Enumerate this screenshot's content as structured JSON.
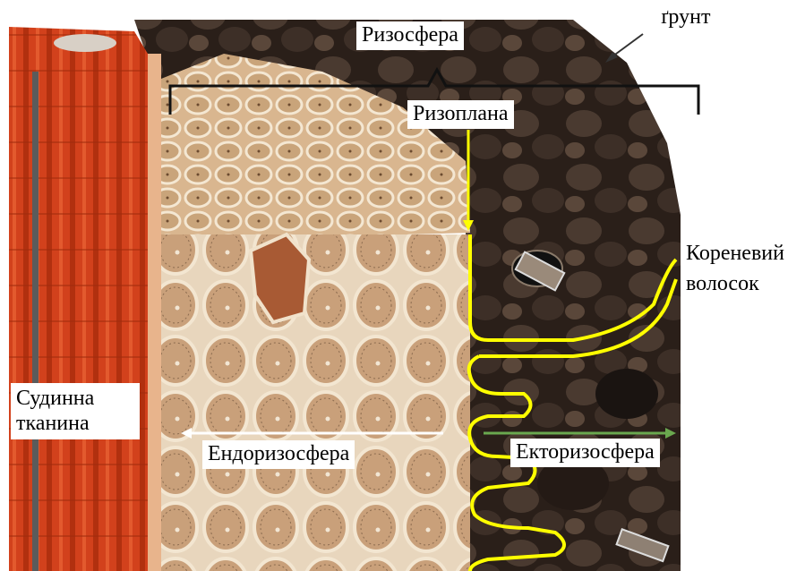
{
  "labels": {
    "soil": "ґрунт",
    "rhizosphere": "Ризосфера",
    "rhizoplane": "Ризоплана",
    "root_hair_line1": "Кореневий",
    "root_hair_line2": "волосок",
    "vascular_line1": "Судинна",
    "vascular_line2": "тканина",
    "endorhizosphere": "Ендоризосфера",
    "ectorhizosphere": "Екторизосфера"
  },
  "colors": {
    "vascular": "#d2411c",
    "cortex": "#d9b68f",
    "cell_wall": "#f4e7d2",
    "soil": "#3a2b22",
    "rhizoplane_line": "#ffff00",
    "arrow_white": "#ffffff",
    "arrow_green": "#6aa84f"
  }
}
